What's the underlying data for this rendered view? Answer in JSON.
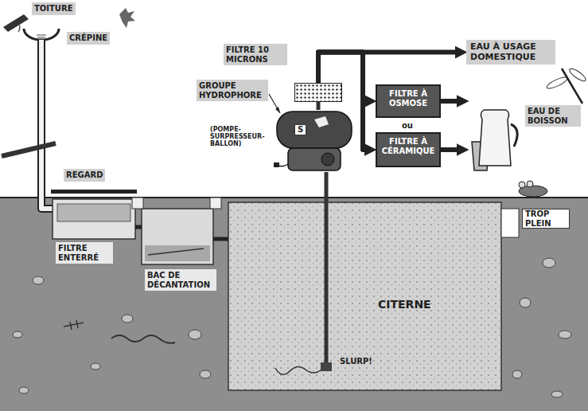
{
  "diagram": {
    "nodes": [
      {
        "text": [
          "FILTRE 10 MICRONS"
        ]
      },
      {
        "text": [
          "GROUPE HYDROPHORE",
          "(POMPE-SURPRESSEUR-BALLON)"
        ]
      },
      {
        "text": [
          "EAU À USAGE DOMESTIQUE"
        ]
      },
      {
        "text": [
          "FILTRE À OSMOSE"
        ]
      },
      {
        "text": [
          "FILTRE À CÉRAMIQUE"
        ]
      },
      {
        "text": [
          "EAU DE BOISSON"
        ]
      },
      {
        "text": [
          "CITERNE"
        ]
      }
    ],
    "edges": [
      {
        "from": 6,
        "to": 1,
        "arrow": "none"
      },
      {
        "from": 1,
        "to": 0,
        "arrow": "none"
      },
      {
        "from": 0,
        "to": 2,
        "arrow": "to"
      },
      {
        "from": 0,
        "to": 3,
        "arrow": "to"
      },
      {
        "from": 0,
        "to": 4,
        "arrow": "to"
      },
      {
        "from": 3,
        "to": 5,
        "arrow": "to"
      },
      {
        "from": 4,
        "to": 5,
        "arrow": "to"
      }
    ],
    "labels": [
      "TOITURE",
      "CRÉPINE",
      "REGARD",
      "FILTRE ENTERRÉ",
      "BAC DE DÉCANTATION",
      "S",
      "ou",
      "TROP PLEIN",
      "SLURP!"
    ]
  }
}
